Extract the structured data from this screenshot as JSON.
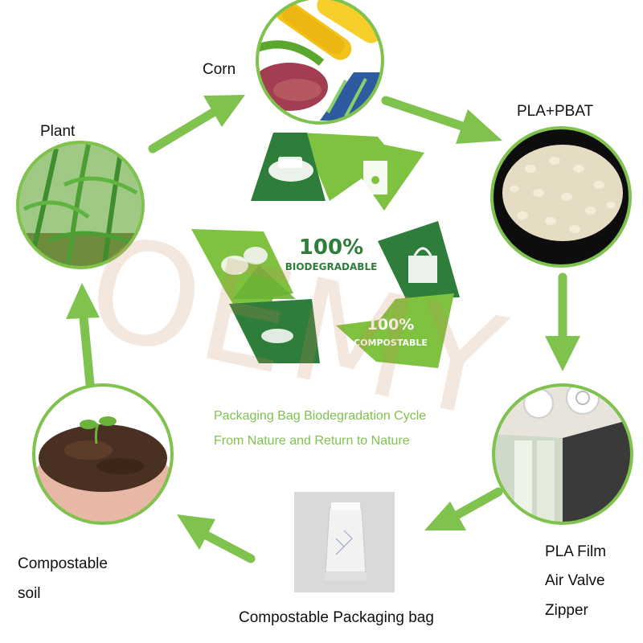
{
  "nodes": {
    "corn": {
      "label": "Corn"
    },
    "pla_pbat": {
      "label": "PLA+PBAT"
    },
    "pla_film": {
      "lines": [
        "PLA Film",
        "Air Valve",
        "Zipper"
      ]
    },
    "bag": {
      "label": "Compostable Packaging bag"
    },
    "soil": {
      "lines": [
        "Compostable",
        "soil"
      ]
    },
    "plant": {
      "label": "Plant"
    }
  },
  "center": {
    "biodegradable_pct": "100%",
    "biodegradable_text": "BIODEGRADABLE",
    "compostable_pct": "100%",
    "compostable_text": "COMPOSTABLE",
    "caption_line1": "Packaging Bag Biodegradation Cycle",
    "caption_line2": "From Nature and Return to Nature"
  },
  "watermark": "OEMY",
  "colors": {
    "arrow_green": "#7fc24e",
    "recycle_light": "#7ec23f",
    "recycle_dark": "#2f7d3a",
    "circle_border": "#7fc24e"
  },
  "icons": {
    "corn": "corn-photo-icon",
    "pla_pbat": "pellets-photo-icon",
    "pla_film": "film-valve-photo-icon",
    "bag": "packaging-bag-photo-icon",
    "soil": "soil-hands-photo-icon",
    "plant": "plant-photo-icon"
  }
}
